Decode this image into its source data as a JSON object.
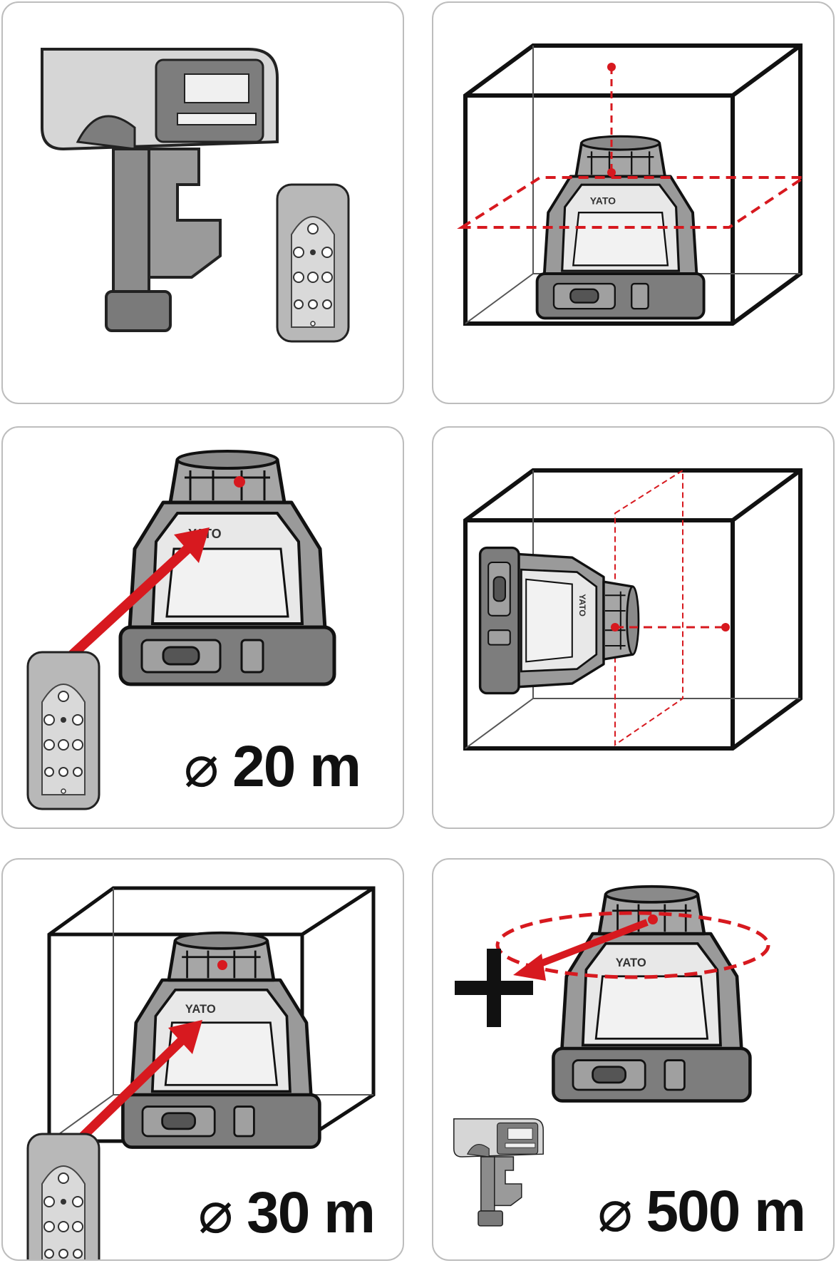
{
  "brand": "YATO",
  "colors": {
    "laser": "#d7191f",
    "outline": "#111111",
    "body_dark": "#808080",
    "body_light": "#e6e6e6",
    "panel_border": "#bdbdbd"
  },
  "panels": [
    {
      "icons": [
        "laser-receiver-icon",
        "remote-control-icon"
      ]
    },
    {
      "icons": [
        "room-cube-icon",
        "rotary-laser-icon"
      ]
    },
    {
      "icons": [
        "remote-control-icon",
        "rotary-laser-icon"
      ],
      "range_symbol": "⌀",
      "range_value": "20 m"
    },
    {
      "icons": [
        "room-cube-icon",
        "rotary-laser-icon"
      ]
    },
    {
      "icons": [
        "room-cube-icon",
        "rotary-laser-icon",
        "remote-control-icon"
      ],
      "range_symbol": "⌀",
      "range_value": "30 m"
    },
    {
      "icons": [
        "plus-icon",
        "laser-receiver-icon",
        "rotary-laser-icon"
      ],
      "range_symbol": "⌀",
      "range_value": "500 m"
    }
  ]
}
